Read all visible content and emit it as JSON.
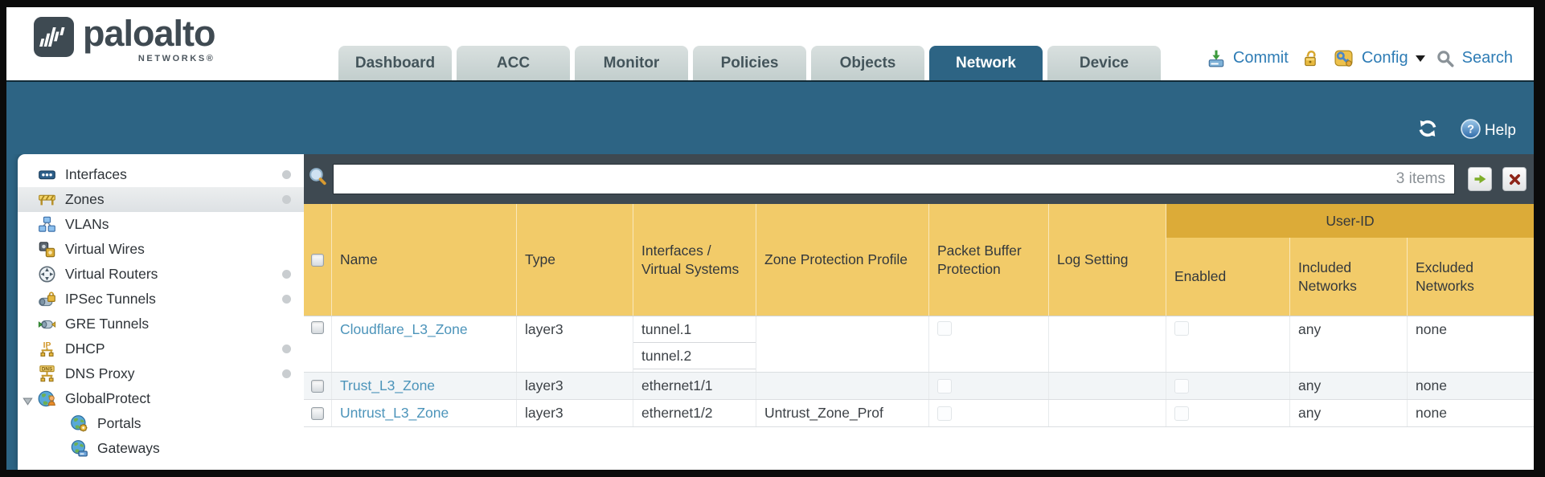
{
  "brand": {
    "name": "paloalto",
    "subtitle": "NETWORKS®"
  },
  "nav": {
    "tabs": [
      {
        "label": "Dashboard",
        "active": false
      },
      {
        "label": "ACC",
        "active": false
      },
      {
        "label": "Monitor",
        "active": false
      },
      {
        "label": "Policies",
        "active": false
      },
      {
        "label": "Objects",
        "active": false
      },
      {
        "label": "Network",
        "active": true
      },
      {
        "label": "Device",
        "active": false
      }
    ]
  },
  "header_actions": {
    "commit_label": "Commit",
    "config_label": "Config",
    "search_label": "Search"
  },
  "toolbar": {
    "help_label": "Help"
  },
  "sidebar": {
    "items": [
      {
        "label": "Interfaces",
        "icon": "interfaces-icon",
        "dot": true
      },
      {
        "label": "Zones",
        "icon": "zones-icon",
        "dot": true,
        "selected": true
      },
      {
        "label": "VLANs",
        "icon": "vlans-icon"
      },
      {
        "label": "Virtual Wires",
        "icon": "virtual-wires-icon"
      },
      {
        "label": "Virtual Routers",
        "icon": "virtual-routers-icon",
        "dot": true
      },
      {
        "label": "IPSec Tunnels",
        "icon": "ipsec-tunnels-icon",
        "dot": true
      },
      {
        "label": "GRE Tunnels",
        "icon": "gre-tunnels-icon"
      },
      {
        "label": "DHCP",
        "icon": "dhcp-icon",
        "dot": true
      },
      {
        "label": "DNS Proxy",
        "icon": "dns-proxy-icon",
        "dot": true
      },
      {
        "label": "GlobalProtect",
        "icon": "globalprotect-icon",
        "expanded": true
      },
      {
        "label": "Portals",
        "icon": "portals-icon",
        "child": true
      },
      {
        "label": "Gateways",
        "icon": "gateways-icon",
        "child": true
      }
    ]
  },
  "search": {
    "value": "",
    "count_label": "3 items"
  },
  "table": {
    "userid_group_label": "User-ID",
    "columns": [
      "",
      "Name",
      "Type",
      "Interfaces / Virtual Systems",
      "Zone Protection Profile",
      "Packet Buffer Protection",
      "Log Setting"
    ],
    "userid_columns": [
      "Enabled",
      "Included Networks",
      "Excluded Networks"
    ],
    "rows": [
      {
        "name": "Cloudflare_L3_Zone",
        "type": "layer3",
        "interfaces": [
          "tunnel.1",
          "tunnel.2"
        ],
        "zone_protection_profile": "",
        "packet_buffer_protection_checked": false,
        "log_setting": "",
        "userid_enabled_checked": false,
        "included_networks": "any",
        "excluded_networks": "none"
      },
      {
        "name": "Trust_L3_Zone",
        "type": "layer3",
        "interfaces": [
          "ethernet1/1"
        ],
        "zone_protection_profile": "",
        "packet_buffer_protection_checked": false,
        "log_setting": "",
        "userid_enabled_checked": false,
        "included_networks": "any",
        "excluded_networks": "none"
      },
      {
        "name": "Untrust_L3_Zone",
        "type": "layer3",
        "interfaces": [
          "ethernet1/2"
        ],
        "zone_protection_profile": "Untrust_Zone_Prof",
        "packet_buffer_protection_checked": false,
        "log_setting": "",
        "userid_enabled_checked": false,
        "included_networks": "any",
        "excluded_networks": "none"
      }
    ]
  },
  "colors": {
    "active_tab_teal": "#2d6484",
    "band_teal": "#2d6484",
    "search_band_slate": "#3e4951",
    "header_gold": "#f2cb69",
    "userid_band_gold": "#dcab38",
    "link_blue": "#4c94ba",
    "action_link_blue": "#2e7cb5",
    "row_alt_bg": "#f2f5f7"
  }
}
